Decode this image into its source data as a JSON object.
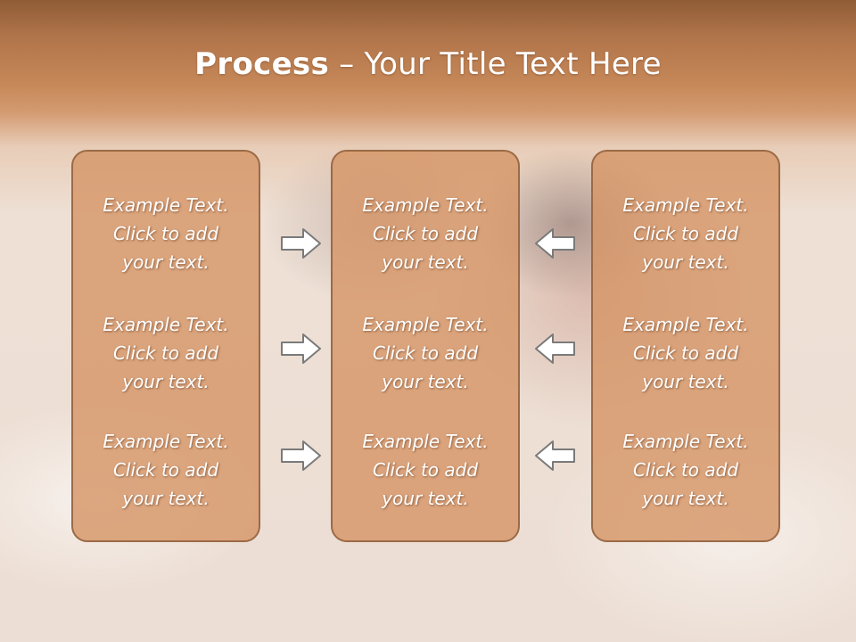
{
  "slide": {
    "title_bold": "Process",
    "title_rest": " – Your Title Text Here"
  },
  "columns": [
    {
      "items": [
        {
          "line1": "Example Text.",
          "line2": "Click  to add",
          "line3": "your text."
        },
        {
          "line1": "Example Text.",
          "line2": "Click  to add",
          "line3": "your text."
        },
        {
          "line1": "Example Text.",
          "line2": "Click  to add",
          "line3": "your text."
        }
      ]
    },
    {
      "items": [
        {
          "line1": "Example Text.",
          "line2": "Click  to add",
          "line3": "your text."
        },
        {
          "line1": "Example Text.",
          "line2": "Click  to add",
          "line3": "your text."
        },
        {
          "line1": "Example Text.",
          "line2": "Click  to add",
          "line3": "your text."
        }
      ]
    },
    {
      "items": [
        {
          "line1": "Example Text.",
          "line2": "Click  to add",
          "line3": "your text."
        },
        {
          "line1": "Example Text.",
          "line2": "Click  to add",
          "line3": "your text."
        },
        {
          "line1": "Example Text.",
          "line2": "Click  to add",
          "line3": "your text."
        }
      ]
    }
  ],
  "arrows": {
    "left_group": "right-arrow-icon",
    "right_group": "left-arrow-icon"
  },
  "colors": {
    "box_fill": "#d69668",
    "box_border": "#9b6a46",
    "header_band": "#c68858",
    "arrow_fill": "#ffffff",
    "arrow_stroke": "#7a7a7a"
  }
}
